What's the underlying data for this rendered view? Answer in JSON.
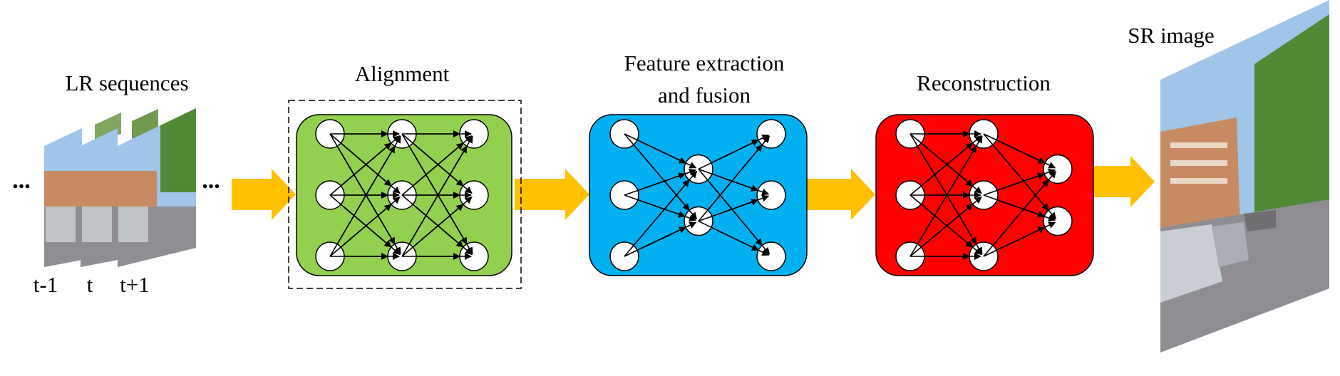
{
  "diagram": {
    "input": {
      "title": "LR sequences",
      "frame_labels": [
        "t-1",
        "t",
        "t+1"
      ],
      "ellipsis_left": "...",
      "ellipsis_right": "..."
    },
    "stages": [
      {
        "id": "alignment",
        "title_lines": [
          "Alignment"
        ],
        "color": "#92D050",
        "layers": [
          3,
          3,
          3
        ],
        "dashed_outline": true
      },
      {
        "id": "feature",
        "title_lines": [
          "Feature extraction",
          "and fusion"
        ],
        "color": "#00B0F0",
        "layers": [
          3,
          2,
          3
        ],
        "dashed_outline": false
      },
      {
        "id": "reconstruction",
        "title_lines": [
          "Reconstruction"
        ],
        "color": "#FF0000",
        "layers": [
          3,
          3,
          2
        ],
        "dashed_outline": false
      }
    ],
    "output": {
      "title": "SR image"
    },
    "colors": {
      "arrow": "#FFC000",
      "node_fill": "#FFFFFF",
      "edge": "#000000",
      "sky": "#9FC6E8",
      "road": "#8E8E92",
      "trees": "#4E8A34",
      "building": "#C88A62"
    }
  }
}
